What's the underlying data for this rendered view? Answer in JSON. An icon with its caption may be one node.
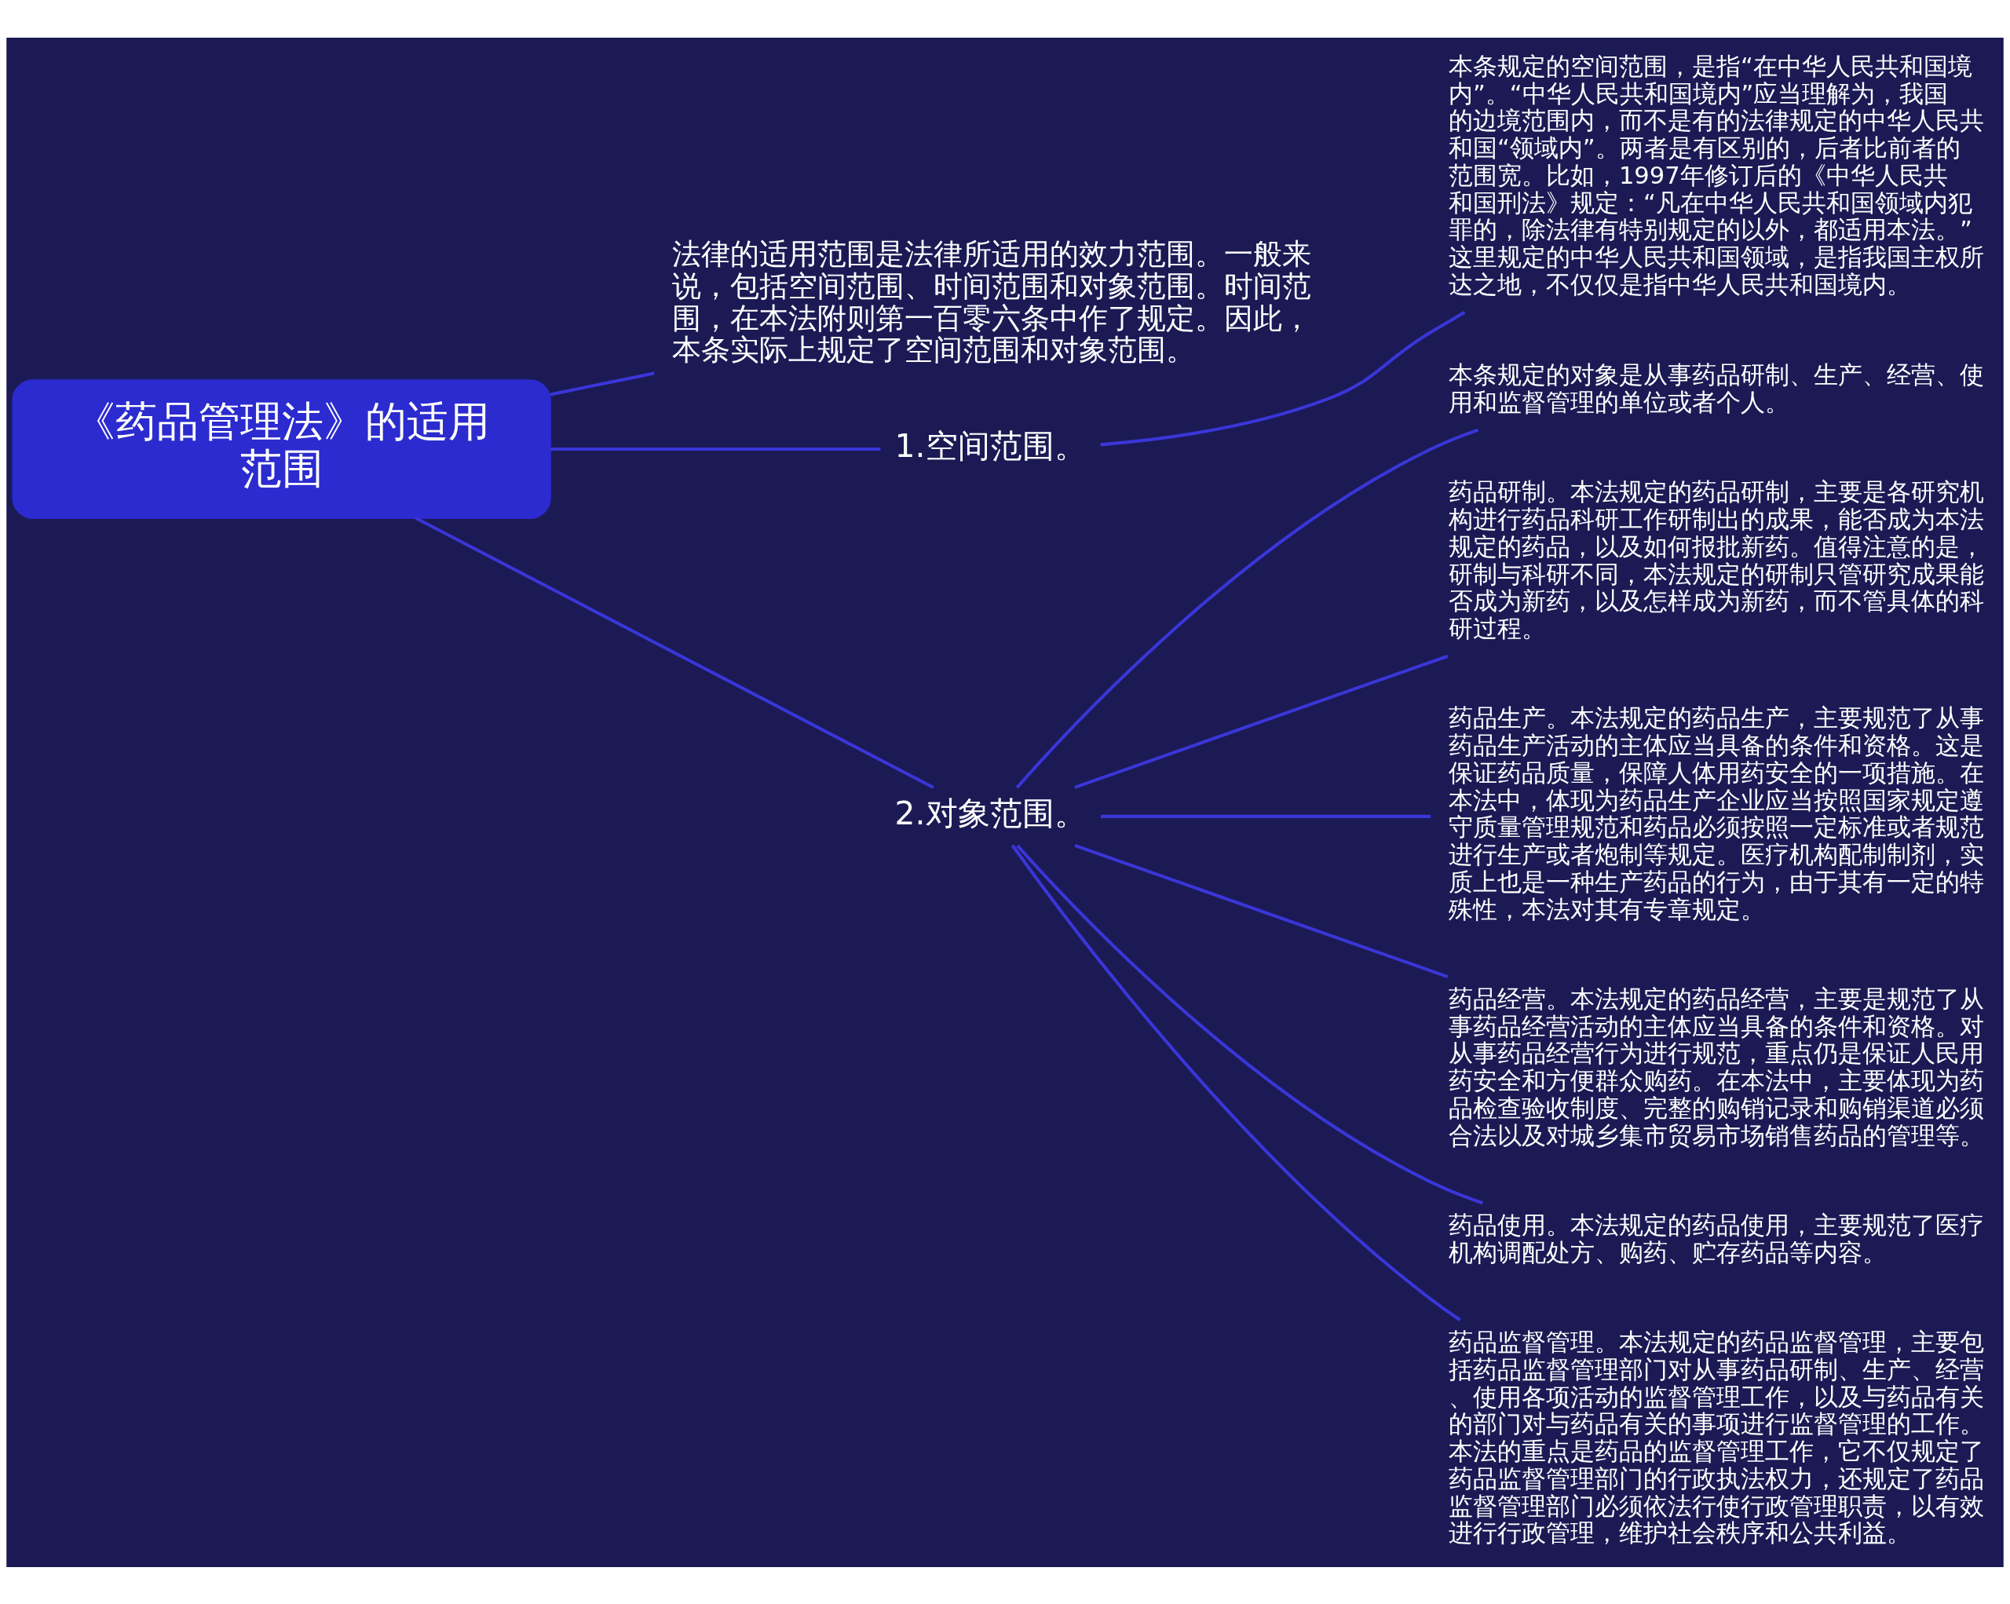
{
  "diagram": {
    "nodes": [
      {
        "text": [
          "《药品管理法》的适用范围"
        ]
      },
      {
        "text": [
          "法律的适用范围是法律所适用的效力范围。一般来说，包括空间范围、时间范围和对象范围。时间范围，在本法附则第一百零六条中作了规定。因此，本条实际上规定了空间范围和对象范围。"
        ]
      },
      {
        "text": [
          "1.空间范围。"
        ]
      },
      {
        "text": [
          "本条规定的空间范围，是指“在中华人民共和国境内”。“中华人民共和国境内”应当理解为，我国的边境范围内，而不是有的法律规定的中华人民共和国“领域内”。两者是有区别的，后者比前者的范围宽。比如，1997年修订后的《中华人民共和国刑法》规定：“凡在中华人民共和国领域内犯罪的，除法律有特别规定的以外，都适用本法。”这里规定的中华人民共和国领域，是指我国主权所达之地，不仅仅是指中华人民共和国境内。"
        ]
      },
      {
        "text": [
          "2.对象范围。"
        ]
      },
      {
        "text": [
          "本条规定的对象是从事药品研制、生产、经营、使用和监督管理的单位或者个人。"
        ]
      },
      {
        "text": [
          "药品研制。本法规定的药品研制，主要是各研究机构进行药品科研工作研制出的成果，能否成为本法规定的药品，以及如何报批新药。值得注意的是，研制与科研不同，本法规定的研制只管研究成果能否成为新药，以及怎样成为新药，而不管具体的科研过程。"
        ]
      },
      {
        "text": [
          "药品生产。本法规定的药品生产，主要规范了从事药品生产活动的主体应当具备的条件和资格。这是保证药品质量，保障人体用药安全的一项措施。在本法中，体现为药品生产企业应当按照国家规定遵守质量管理规范和药品必须按照一定标准或者规范进行生产或者炮制等规定。医疗机构配制制剂，实质上也是一种生产药品的行为，由于其有一定的特殊性，本法对其有专章规定。"
        ]
      },
      {
        "text": [
          "药品经营。本法规定的药品经营，主要是规范了从事药品经营活动的主体应当具备的条件和资格。对从事药品经营行为进行规范，重点仍是保证人民用药安全和方便群众购药。在本法中，主要体现为药品检查验收制度、完整的购销记录和购销渠道必须合法以及对城乡集市贸易市场销售药品的管理等。"
        ]
      },
      {
        "text": [
          "药品使用。本法规定的药品使用，主要规范了医疗机构调配处方、购药、贮存药品等内容。"
        ]
      },
      {
        "text": [
          "药品监督管理。本法规定的药品监督管理，主要包括药品监督管理部门对从事药品研制、生产、经营、使用各项活动的监督管理工作，以及与药品有关的部门对与药品有关的事项进行监督管理的工作。本法的重点是药品的监督管理工作，它不仅规定了药品监督管理部门的行政执法权力，还规定了药品监督管理部门必须依法行使行政管理职责，以有效进行行政管理，维护社会秩序和公共利益。"
        ]
      }
    ],
    "edges": [
      {
        "from": 0,
        "to": 1,
        "arrow": "none"
      },
      {
        "from": 0,
        "to": 2,
        "arrow": "none"
      },
      {
        "from": 2,
        "to": 3,
        "arrow": "none"
      },
      {
        "from": 0,
        "to": 4,
        "arrow": "none"
      },
      {
        "from": 4,
        "to": 5,
        "arrow": "none"
      },
      {
        "from": 4,
        "to": 6,
        "arrow": "none"
      },
      {
        "from": 4,
        "to": 7,
        "arrow": "none"
      },
      {
        "from": 4,
        "to": 8,
        "arrow": "none"
      },
      {
        "from": 4,
        "to": 9,
        "arrow": "none"
      },
      {
        "from": 4,
        "to": 10,
        "arrow": "none"
      }
    ]
  }
}
